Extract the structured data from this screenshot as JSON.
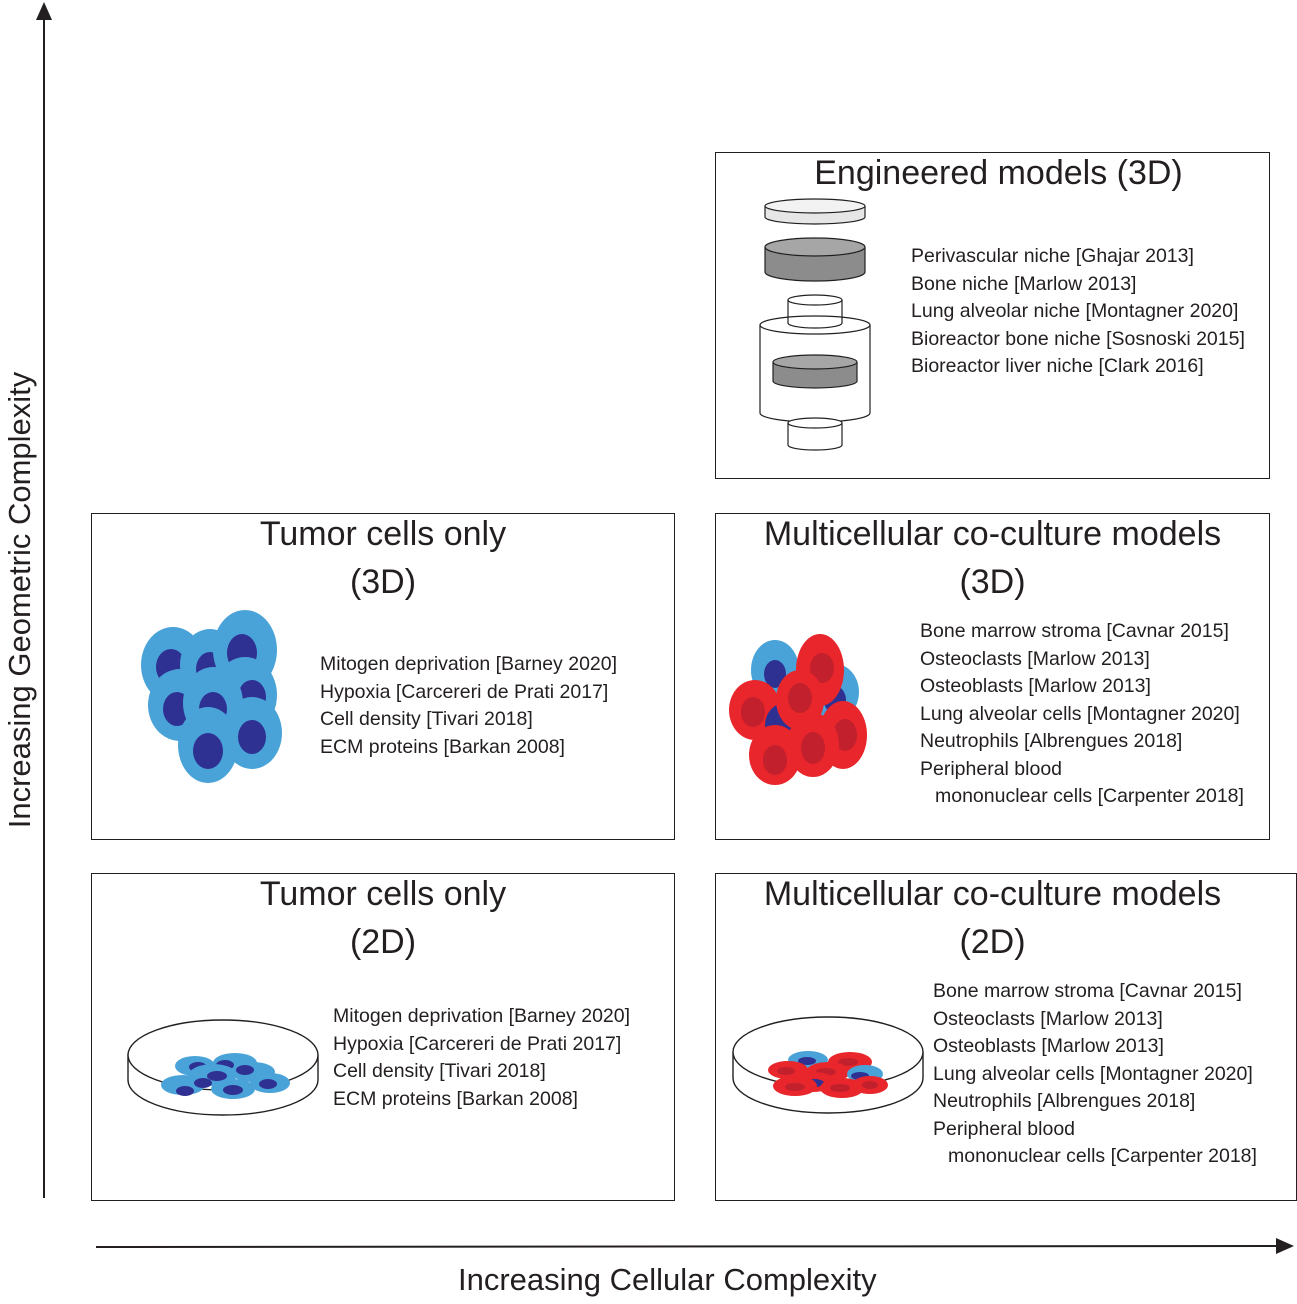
{
  "axes": {
    "x_label": "Increasing Cellular Complexity",
    "y_label": "Increasing Geometric Complexity"
  },
  "panels": {
    "engineered_3d": {
      "title": "Engineered models (3D)",
      "items": [
        "Perivascular niche [Ghajar 2013]",
        "Bone niche [Marlow 2013]",
        "Lung alveolar niche [Montagner 2020]",
        "Bioreactor bone niche [Sosnoski 2015]",
        "Bioreactor liver niche [Clark 2016]"
      ]
    },
    "tumor_3d": {
      "title_line1": "Tumor cells only",
      "title_line2": "(3D)",
      "items": [
        "Mitogen deprivation [Barney 2020]",
        "Hypoxia [Carcereri de Prati 2017]",
        "Cell density [Tivari 2018]",
        "ECM proteins [Barkan 2008]"
      ]
    },
    "coculture_3d": {
      "title_line1": "Multicellular co-culture models",
      "title_line2": "(3D)",
      "items": [
        "Bone marrow stroma [Cavnar 2015]",
        "Osteoclasts [Marlow 2013]",
        "Osteoblasts [Marlow 2013]",
        "Lung alveolar cells [Montagner 2020]",
        "Neutrophils [Albrengues 2018]",
        "Peripheral blood",
        "mononuclear cells [Carpenter 2018]"
      ]
    },
    "tumor_2d": {
      "title_line1": "Tumor cells only",
      "title_line2": "(2D)",
      "items": [
        "Mitogen deprivation [Barney 2020]",
        "Hypoxia [Carcereri de Prati 2017]",
        "Cell density [Tivari 2018]",
        "ECM proteins [Barkan 2008]"
      ]
    },
    "coculture_2d": {
      "title_line1": "Multicellular co-culture models",
      "title_line2": "(2D)",
      "items": [
        "Bone marrow stroma [Cavnar 2015]",
        "Osteoclasts [Marlow 2013]",
        "Osteoblasts [Marlow 2013]",
        "Lung alveolar cells [Montagner 2020]",
        "Neutrophils [Albrengues 2018]",
        "Peripheral blood",
        "mononuclear cells [Carpenter 2018]"
      ]
    }
  },
  "colors": {
    "tumor_cell": "#4aa3d8",
    "tumor_nucleus": "#2e3192",
    "stromal_cell": "#e8262b",
    "stromal_nucleus": "#c3202d",
    "line": "#231f20",
    "scaffold_light": "#e6e6e6",
    "scaffold_dark": "#8c8c8c"
  },
  "icons": {
    "engineered": "bioreactor-scaffold-icon",
    "tumor_3d": "tumor-spheroid-icon",
    "coculture_3d": "coculture-spheroid-icon",
    "tumor_2d": "petri-dish-tumor-icon",
    "coculture_2d": "petri-dish-coculture-icon"
  }
}
